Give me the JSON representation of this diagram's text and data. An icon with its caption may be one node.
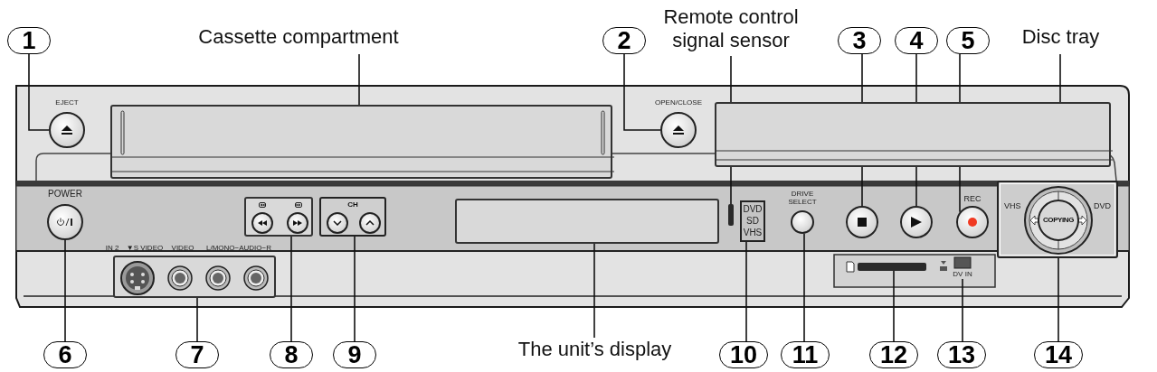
{
  "diagram": {
    "nodes": [
      {
        "text": [
          "1"
        ]
      },
      {
        "text": [
          "Cassette compartment"
        ]
      },
      {
        "text": [
          "2"
        ]
      },
      {
        "text": [
          "Remote control signal sensor"
        ]
      },
      {
        "text": [
          "3"
        ]
      },
      {
        "text": [
          "4"
        ]
      },
      {
        "text": [
          "5"
        ]
      },
      {
        "text": [
          "Disc tray"
        ]
      },
      {
        "text": [],
        "shape": "circle",
        "beside": [
          "EJECT"
        ]
      },
      {
        "text": [],
        "shape": "box"
      },
      {
        "text": [],
        "shape": "circle",
        "beside": [
          "OPEN/CLOSE"
        ]
      },
      {
        "text": [],
        "shape": "box"
      },
      {
        "text": [],
        "shape": "circle",
        "beside": [
          "POWER"
        ]
      },
      {
        "text": [],
        "shape": "box"
      },
      {
        "text": [
          "CH"
        ]
      },
      {
        "text": [],
        "shape": "box"
      },
      {
        "text": [],
        "shape": "bar"
      },
      {
        "text": [
          "DVD SD VHS"
        ]
      },
      {
        "text": [],
        "shape": "circle",
        "beside": [
          "DRIVE SELECT"
        ]
      },
      {
        "text": [],
        "shape": "circle"
      },
      {
        "text": [],
        "shape": "circle"
      },
      {
        "text": [],
        "shape": "circle",
        "beside": [
          "REC"
        ]
      },
      {
        "text": [
          "VHS",
          "COPYING",
          "DVD"
        ]
      },
      {
        "text": [],
        "shape": "box"
      },
      {
        "text": [],
        "shape": "bar"
      },
      {
        "text": [
          "DV IN"
        ]
      },
      {
        "text": [
          "6"
        ]
      },
      {
        "text": [
          "7"
        ]
      },
      {
        "text": [
          "8"
        ]
      },
      {
        "text": [
          "9"
        ]
      },
      {
        "text": [
          "The unit’s display"
        ]
      },
      {
        "text": [
          "10"
        ]
      },
      {
        "text": [
          "11"
        ]
      },
      {
        "text": [
          "12"
        ]
      },
      {
        "text": [
          "13"
        ]
      },
      {
        "text": [
          "14"
        ]
      }
    ],
    "edges": [
      {
        "from": 0,
        "to": 8,
        "arrow": "none"
      },
      {
        "from": 1,
        "to": 9,
        "arrow": "none"
      },
      {
        "from": 2,
        "to": 10,
        "arrow": "none"
      },
      {
        "from": 3,
        "to": 16,
        "arrow": "none"
      },
      {
        "from": 4,
        "to": 19,
        "arrow": "none"
      },
      {
        "from": 5,
        "to": 20,
        "arrow": "none"
      },
      {
        "from": 6,
        "to": 21,
        "arrow": "none"
      },
      {
        "from": 7,
        "to": 11,
        "arrow": "none"
      },
      {
        "from": 26,
        "to": 12,
        "arrow": "none"
      },
      {
        "from": 27,
        "to": 23,
        "arrow": "none"
      },
      {
        "from": 28,
        "to": 13,
        "arrow": "none"
      },
      {
        "from": 29,
        "to": 14,
        "arrow": "none"
      },
      {
        "from": 30,
        "to": 15,
        "arrow": "none"
      },
      {
        "from": 31,
        "to": 17,
        "arrow": "none"
      },
      {
        "from": 32,
        "to": 18,
        "arrow": "none"
      },
      {
        "from": 33,
        "to": 24,
        "arrow": "none"
      },
      {
        "from": 34,
        "to": 25,
        "arrow": "none"
      },
      {
        "from": 35,
        "to": 22,
        "arrow": "none"
      }
    ],
    "labels": [
      "IN 2",
      "▼S VIDEO",
      "VIDEO",
      "L/MONO−AUDIO−R"
    ]
  }
}
